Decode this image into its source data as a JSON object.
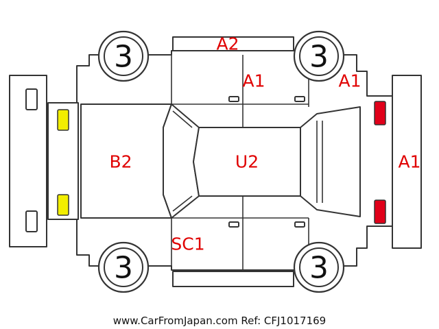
{
  "colors": {
    "damage_text": "#e00000",
    "front_light": "#f2ee00",
    "rear_light": "#e0001a",
    "outline": "#333333"
  },
  "wheels": {
    "front_left": "3",
    "rear_left": "3",
    "front_right": "3",
    "rear_right": "3"
  },
  "damage_codes": {
    "roof_top_edge": "A2",
    "upper_rear_door": "A1",
    "upper_rear_fender": "A1",
    "rear_bumper": "A1",
    "hood": "B2",
    "roof": "U2",
    "lower_front_door": "SC1"
  },
  "footer": {
    "text": "www.CarFromJapan.com Ref: CFJ1017169"
  }
}
